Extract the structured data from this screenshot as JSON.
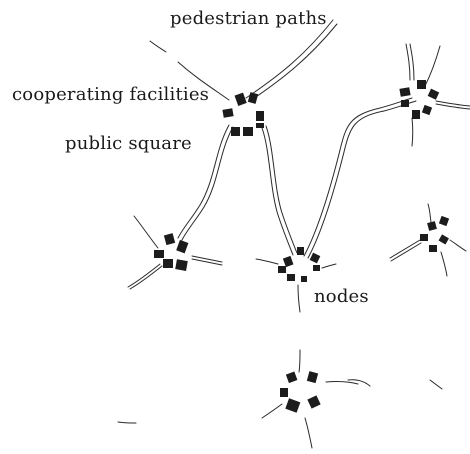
{
  "labels": {
    "pedestrian_paths": "pedestrian paths",
    "cooperating_facilities": "cooperating facilities",
    "public_square": "public square",
    "nodes": "nodes"
  },
  "colors": {
    "ink": "#1c1c1c",
    "paper": "#ffffff"
  }
}
